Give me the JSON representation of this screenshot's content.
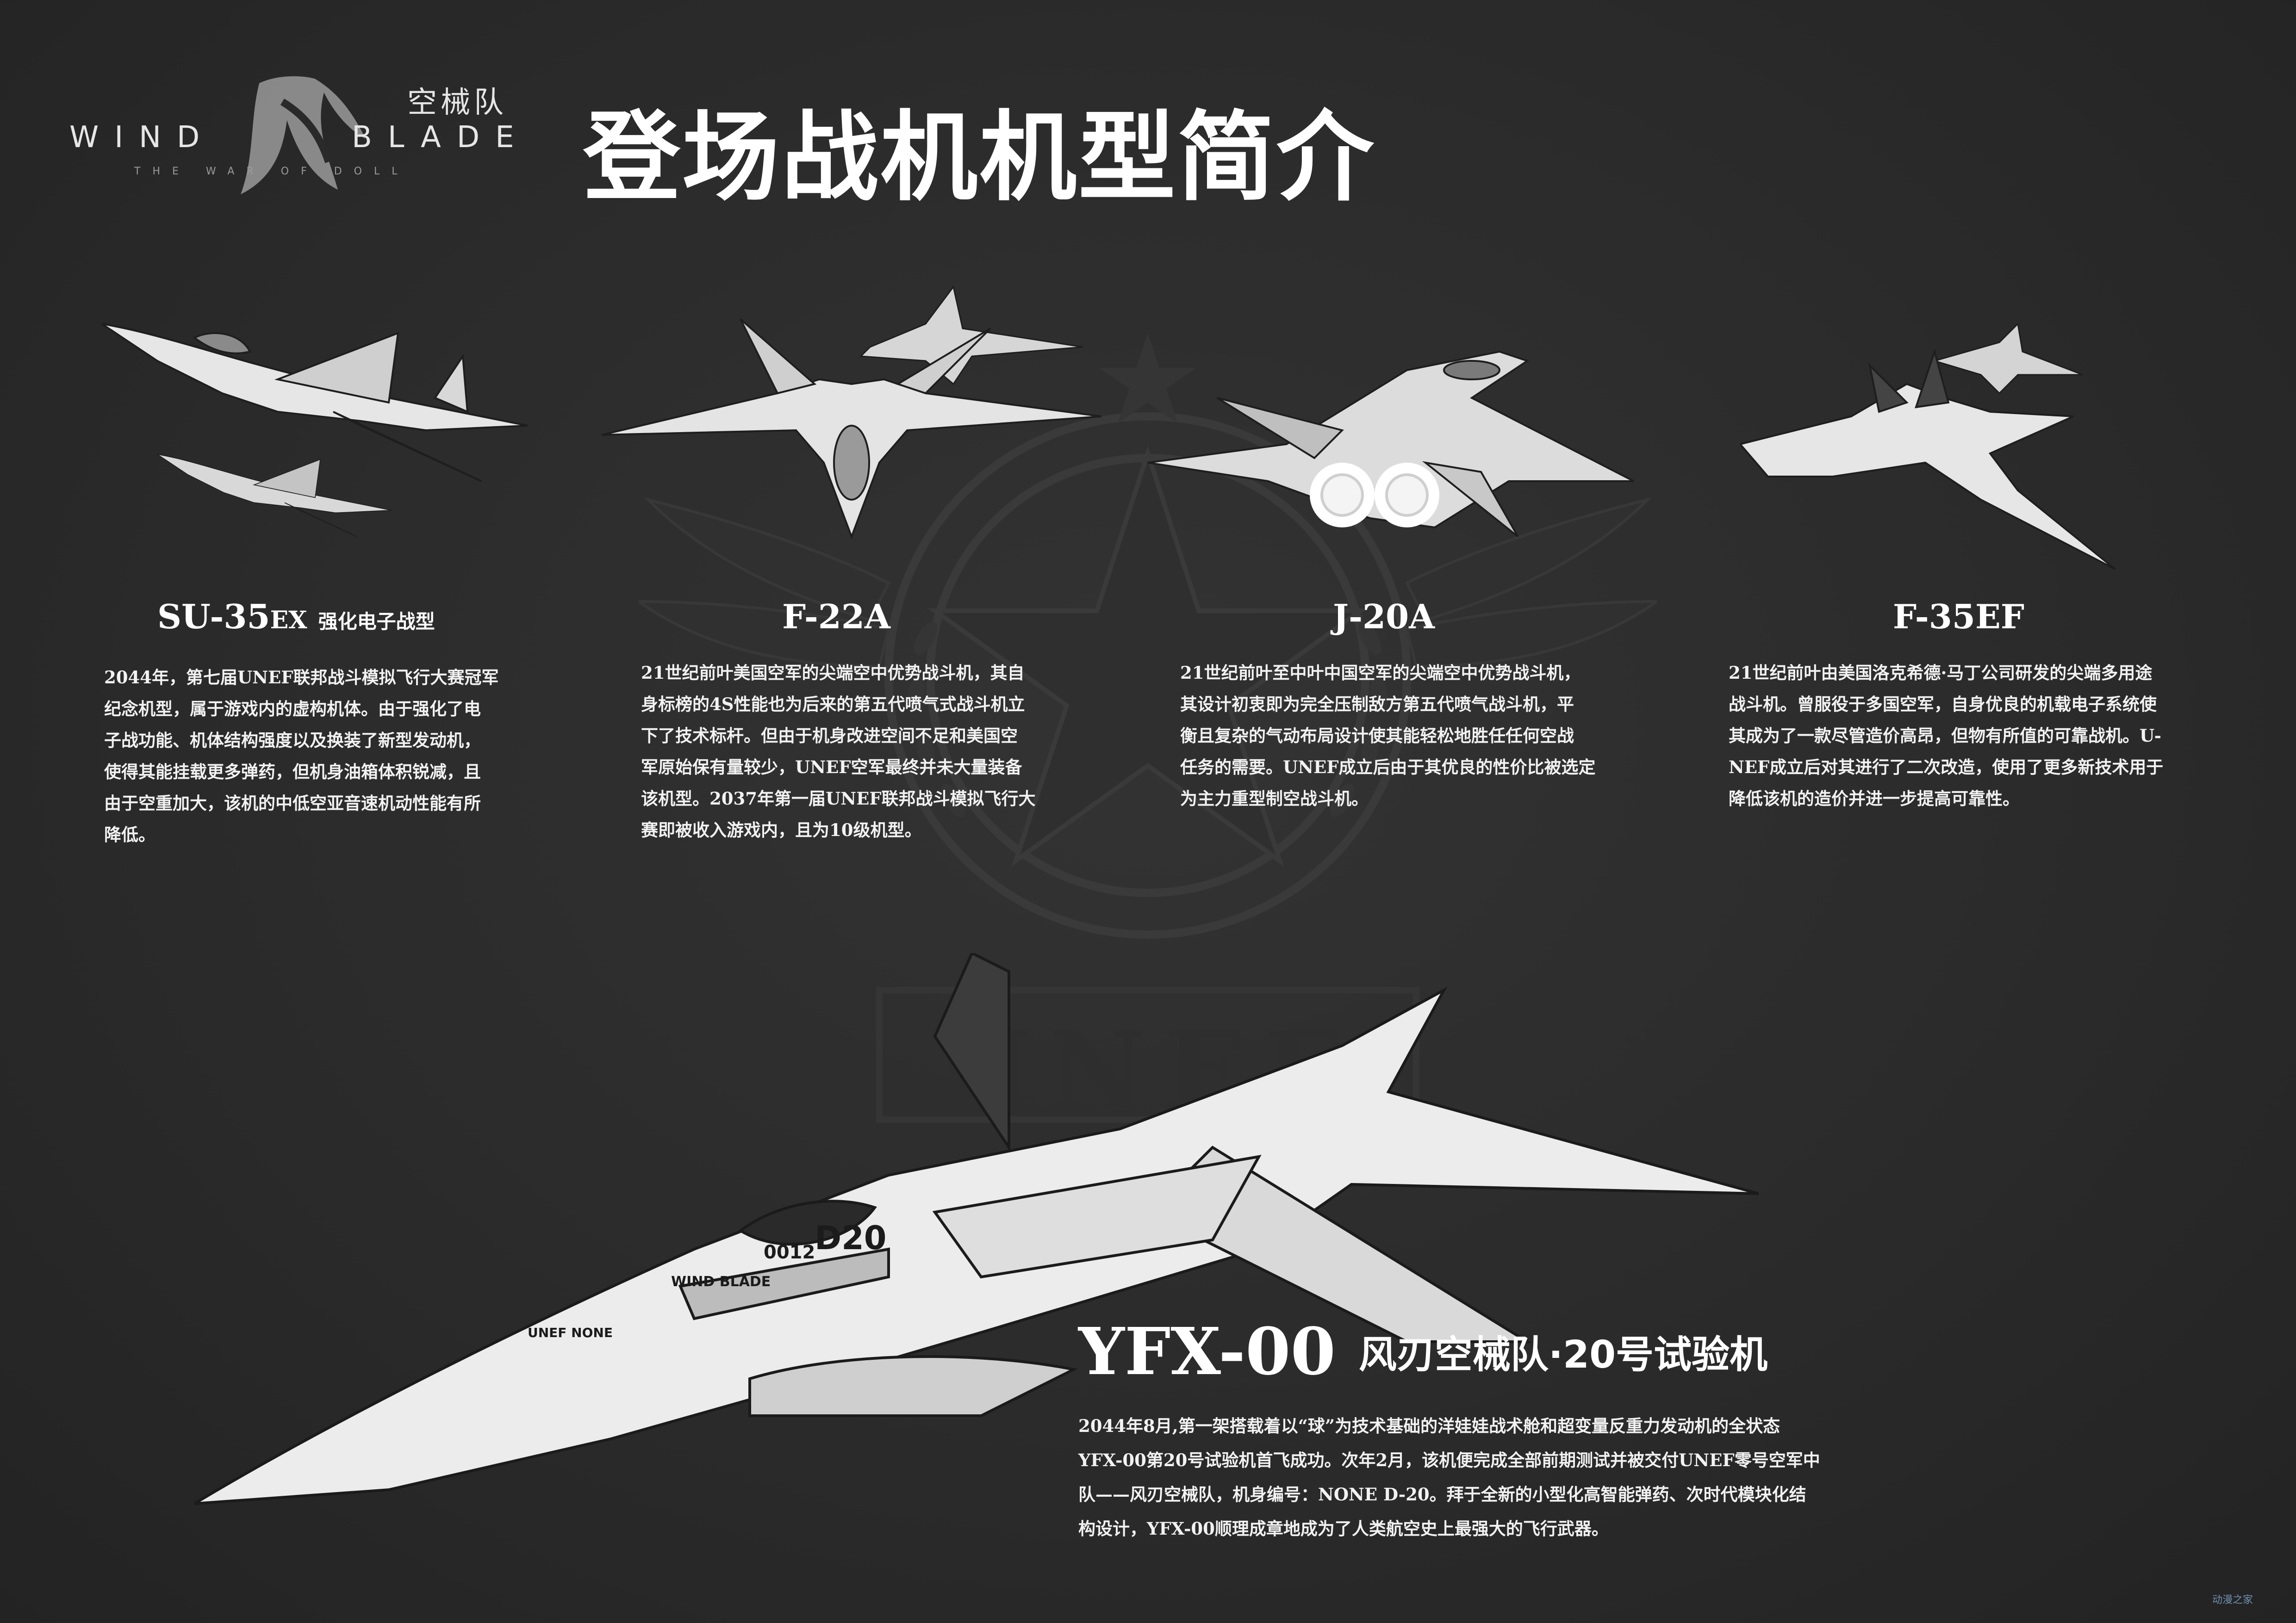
{
  "logo": {
    "wind": "WIND",
    "blade": "BLADE",
    "cn": "空械队",
    "sub": "THE WAR OF DOLL",
    "glyph_icon": "feng-ren-calligraphy-icon"
  },
  "title": "登场战机机型简介",
  "emblem": {
    "text": "UNEF AF",
    "icons": [
      "star-icon",
      "laurel-wreath-icon",
      "wings-icon"
    ]
  },
  "aircraft": [
    {
      "name": "SU-35",
      "suffix": "EX",
      "tag": "强化电子战型",
      "lines": [
        "2044年，第七届UNEF联邦战斗模拟飞行大赛冠军",
        "纪念机型，属于游戏内的虚构机体。由于强化了电",
        "子战功能、机体结构强度以及换装了新型发动机，",
        "使得其能挂载更多弹药，但机身油箱体积锐减，且",
        "由于空重加大，该机的中低空亚音速机动性能有所",
        "降低。"
      ]
    },
    {
      "name": "F-22A",
      "lines": [
        "21世纪前叶美国空军的尖端空中优势战斗机，其自",
        "身标榜的4S性能也为后来的第五代喷气式战斗机立",
        "下了技术标杆。但由于机身改进空间不足和美国空",
        "军原始保有量较少，UNEF空军最终并未大量装备",
        "该机型。2037年第一届UNEF联邦战斗模拟飞行大",
        "赛即被收入游戏内，且为10级机型。"
      ]
    },
    {
      "name": "J-20A",
      "lines": [
        "21世纪前叶至中叶中国空军的尖端空中优势战斗机，",
        "其设计初衷即为完全压制敌方第五代喷气战斗机，平",
        "衡且复杂的气动布局设计使其能轻松地胜任任何空战",
        "任务的需要。UNEF成立后由于其优良的性价比被选定",
        "为主力重型制空战斗机。"
      ]
    },
    {
      "name": "F-35EF",
      "lines": [
        "21世纪前叶由美国洛克希德·马丁公司研发的尖端多用途",
        "战斗机。曾服役于多国空军，自身优良的机载电子系统使",
        "其成为了一款尽管造价高昂，但物有所值的可靠战机。U-",
        "NEF成立后对其进行了二次改造，使用了更多新技术用于",
        "降低该机的造价并进一步提高可靠性。"
      ]
    }
  ],
  "yfx": {
    "name": "YFX-00",
    "tag": "风刃空械队·20号试验机",
    "lines": [
      "2044年8月,第一架搭载着以“球”为技术基础的洋娃娃战术舱和超变量反重力发动机的全状态",
      "YFX-00第20号试验机首飞成功。次年2月，该机便完成全部前期测试并被交付UNEF零号空军中",
      "队——风刃空械队，机身编号：NONE D-20。拜于全新的小型化高智能弹药、次时代模块化结",
      "构设计，YFX-00顺理成章地成为了人类航空史上最强大的飞行武器。"
    ],
    "markings": [
      "D20",
      "0012",
      "WIND BLADE",
      "UNEF NONE"
    ]
  },
  "watermark": "动漫之家",
  "colors": {
    "background": "#2a2a2a",
    "emblem": "#333333",
    "text": "#ffffff",
    "aircraft_light": "#e8e8e8",
    "aircraft_dark": "#3a3a3a"
  }
}
